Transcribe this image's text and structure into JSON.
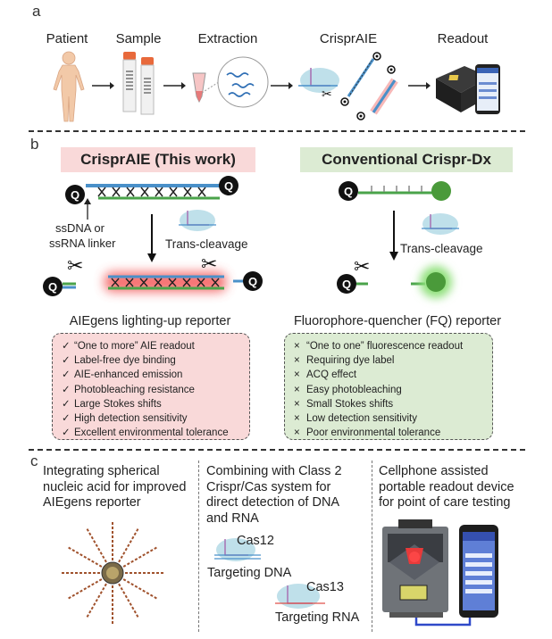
{
  "panel_a": {
    "letter": "a",
    "steps": [
      "Patient",
      "Sample",
      "Extraction",
      "CrisprAIE",
      "Readout"
    ]
  },
  "panel_b": {
    "letter": "b",
    "left_title": "CrisprAIE (This work)",
    "right_title": "Conventional Crispr-Dx",
    "linker_label_1": "ssDNA or",
    "linker_label_2": "ssRNA linker",
    "q_symbol": "Q",
    "trans_cleavage_left": "Trans-cleavage",
    "trans_cleavage_right": "Trans-cleavage",
    "left_reporter": "AIEgens lighting-up reporter",
    "right_reporter": "Fluorophore-quencher (FQ) reporter",
    "left_mark": "✓",
    "right_mark": "×",
    "left_features": [
      "“One to more” AIE readout",
      "Label-free dye binding",
      "AIE-enhanced emission",
      "Photobleaching resistance",
      "Large Stokes shifts",
      "High detection sensitivity",
      "Excellent environmental tolerance"
    ],
    "right_features": [
      "“One to one” fluorescence readout",
      "Requiring dye label",
      "ACQ effect",
      "Easy photobleaching",
      "Small Stokes shifts",
      "Low detection sensitivity",
      "Poor environmental tolerance"
    ],
    "colors": {
      "left_bg": "#f9d9d9",
      "right_bg": "#dcebd3"
    }
  },
  "panel_c": {
    "letter": "c",
    "col1": [
      "Integrating spherical",
      "nucleic acid for improved",
      "AIEgens reporter"
    ],
    "col2": [
      "Combining with Class 2",
      "Crispr/Cas system for",
      "direct detection of DNA",
      "and RNA"
    ],
    "col3": [
      "Cellphone assisted",
      "portable readout device",
      "for point of care testing"
    ],
    "cas12": "Cas12",
    "target_dna": "Targeting DNA",
    "cas13": "Cas13",
    "target_rna": "Targeting RNA"
  }
}
